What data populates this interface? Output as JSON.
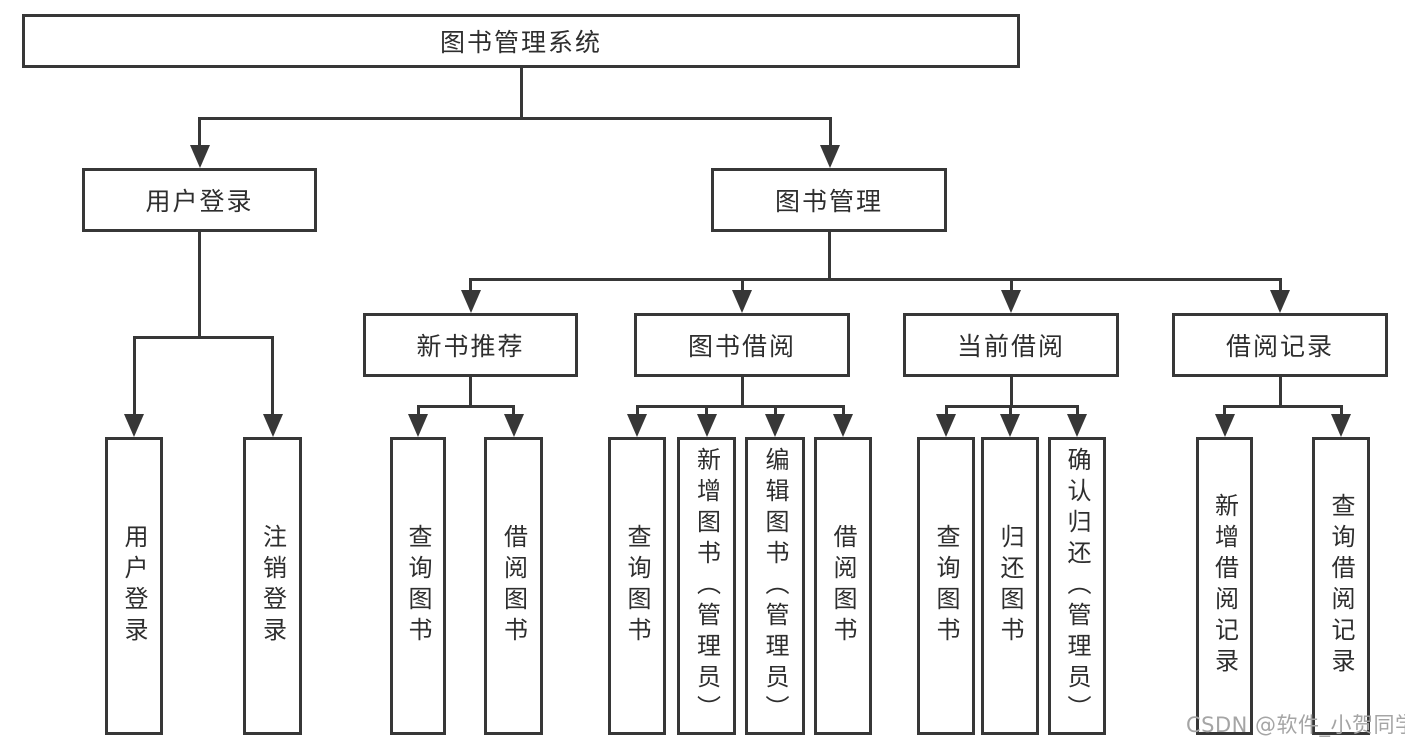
{
  "nodes": {
    "root": {
      "label": "图书管理系统"
    },
    "level2": [
      {
        "label": "用户登录"
      },
      {
        "label": "图书管理"
      }
    ],
    "level3": [
      {
        "label": "新书推荐"
      },
      {
        "label": "图书借阅"
      },
      {
        "label": "当前借阅"
      },
      {
        "label": "借阅记录"
      }
    ],
    "leaves": [
      {
        "label": "用户登录"
      },
      {
        "label": "注销登录"
      },
      {
        "label": "查询图书"
      },
      {
        "label": "借阅图书"
      },
      {
        "label": "查询图书"
      },
      {
        "label": "新增图书（管理员）"
      },
      {
        "label": "编辑图书（管理员）"
      },
      {
        "label": "借阅图书"
      },
      {
        "label": "查询图书"
      },
      {
        "label": "归还图书"
      },
      {
        "label": "确认归还（管理员）"
      },
      {
        "label": "新增借阅记录"
      },
      {
        "label": "查询借阅记录"
      }
    ]
  },
  "watermark": "CSDN @软件_小贺同学",
  "colors": {
    "line": "#373737",
    "text": "#2e2e2e",
    "background": "#ffffff",
    "watermark": "#a5a5a5"
  }
}
